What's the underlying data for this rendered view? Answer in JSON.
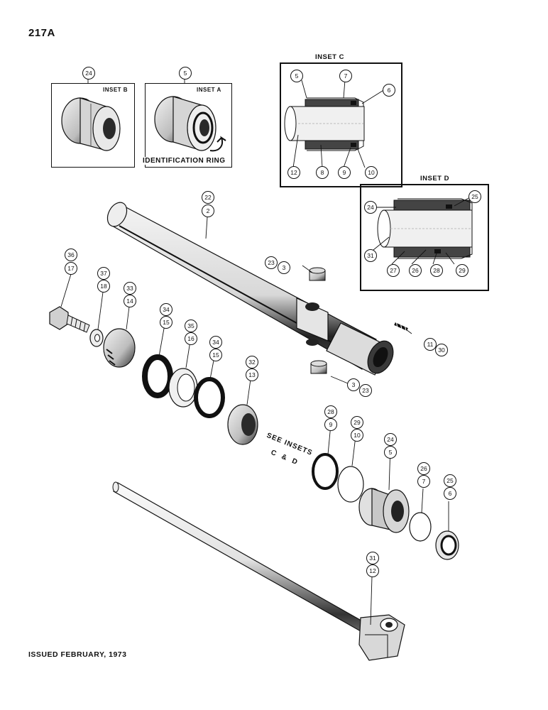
{
  "page": {
    "number": "217A",
    "issued": "ISSUED FEBRUARY, 1973"
  },
  "insets": {
    "b": {
      "label": "INSET B"
    },
    "a": {
      "label": "INSET A",
      "annotation": "IDENTIFICATION RING"
    },
    "c": {
      "label": "INSET C"
    },
    "d": {
      "label": "INSET D"
    }
  },
  "see_insets": {
    "line1": "SEE INSETS",
    "line2": "C & D"
  },
  "callouts": [
    "24",
    "5",
    "5",
    "7",
    "6",
    "12",
    "8",
    "9",
    "10",
    "25",
    "24",
    "31",
    "27",
    "26",
    "28",
    "29",
    "22",
    "2",
    "36",
    "17",
    "37",
    "18",
    "33",
    "14",
    "34",
    "15",
    "35",
    "16",
    "34",
    "15",
    "32",
    "13",
    "23",
    "3",
    "11",
    "30",
    "3",
    "23",
    "28",
    "9",
    "29",
    "10",
    "24",
    "5",
    "26",
    "7",
    "25",
    "6",
    "31",
    "12"
  ],
  "colors": {
    "ink": "#111111",
    "paper": "#ffffff",
    "shade": "#2a2a2a",
    "mid": "#8a8a8a",
    "light": "#cfcfcf"
  }
}
